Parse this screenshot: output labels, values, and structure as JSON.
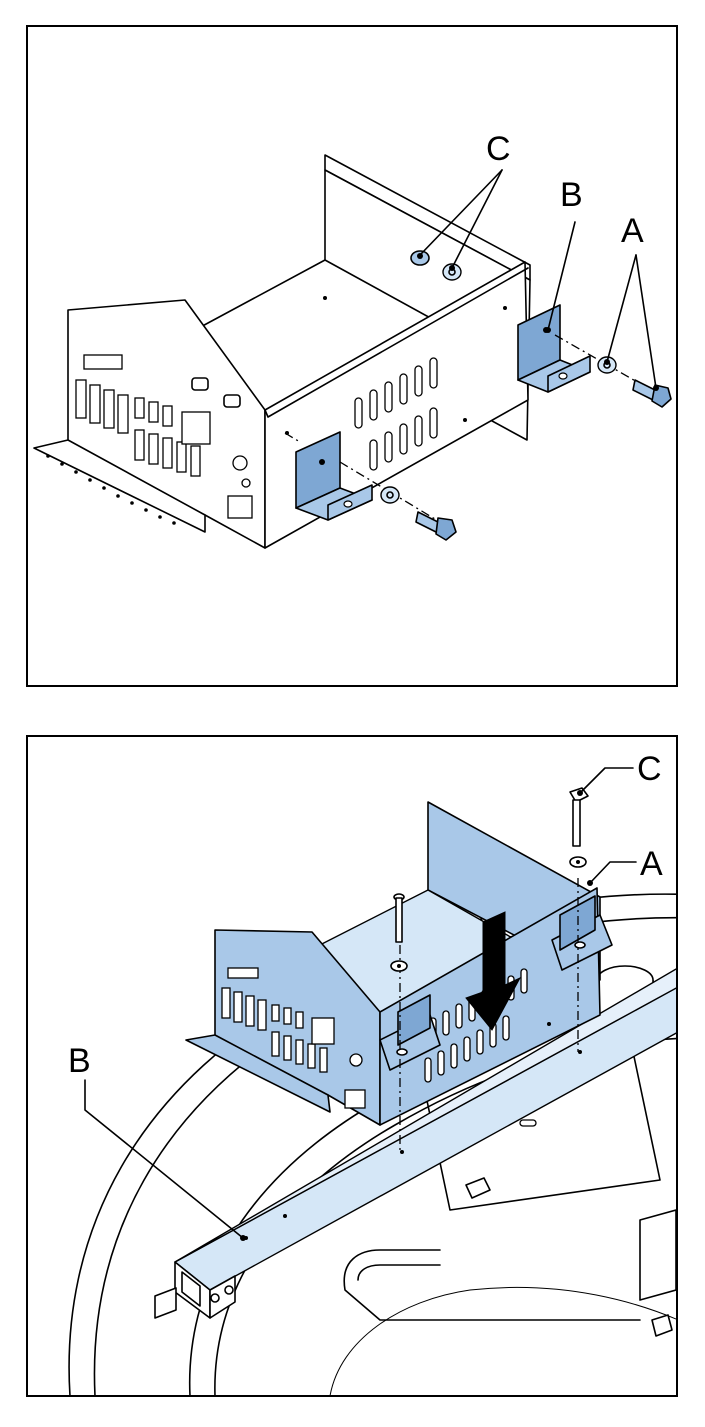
{
  "panels": [
    {
      "labels": {
        "a": "A",
        "b": "B",
        "c": "C"
      }
    },
    {
      "labels": {
        "a": "A",
        "b": "B",
        "c": "C"
      }
    }
  ],
  "colors": {
    "part_highlight": "#a9c8e8",
    "outline": "#000000"
  }
}
